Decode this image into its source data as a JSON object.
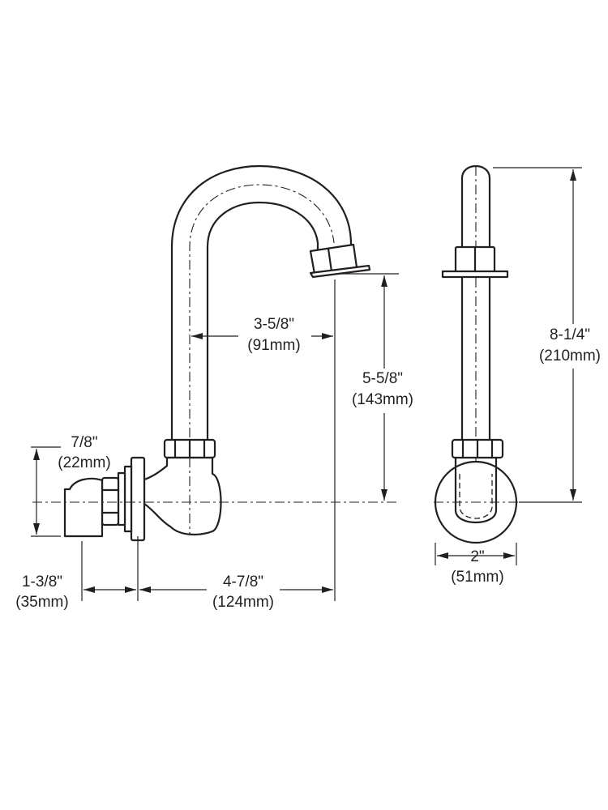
{
  "dimensions": {
    "spout_reach": {
      "imperial": "3-5/8\"",
      "metric": "(91mm)"
    },
    "spout_height": {
      "imperial": "5-5/8\"",
      "metric": "(143mm)"
    },
    "overall_height": {
      "imperial": "8-1/4\"",
      "metric": "(210mm)"
    },
    "inlet_offset": {
      "imperial": "7/8\"",
      "metric": "(22mm)"
    },
    "inlet_depth": {
      "imperial": "1-3/8\"",
      "metric": "(35mm)"
    },
    "wall_to_spout": {
      "imperial": "4-7/8\"",
      "metric": "(124mm)"
    },
    "body_width": {
      "imperial": "2\"",
      "metric": "(51mm)"
    }
  },
  "colors": {
    "line": "#231f20",
    "background": "#ffffff"
  }
}
